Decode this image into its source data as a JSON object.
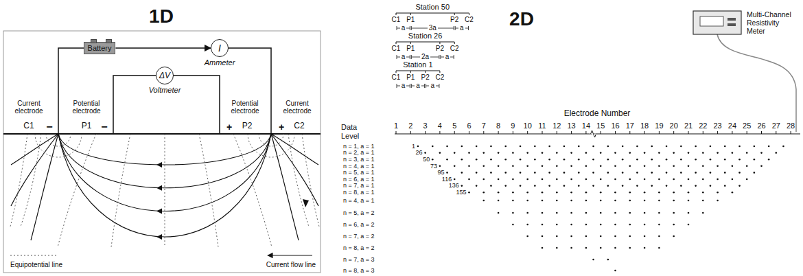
{
  "diagram": {
    "nodes": [
      {
        "text": [
          "Battery"
        ]
      },
      {
        "text": [
          "I",
          "Ammeter"
        ]
      },
      {
        "text": [
          "ΔV",
          "Voltmeter"
        ]
      }
    ],
    "edges": [
      {
        "from": 0,
        "to": 1,
        "arrow": "to"
      }
    ],
    "labels": [
      "1D",
      "Current electrode",
      "C1",
      "−",
      "Potential electrode",
      "P1",
      "−",
      "Potential electrode",
      "P2",
      "+",
      "Current electrode",
      "C2",
      "+",
      "Equipotential line",
      "Current flow line",
      "2D",
      "Station 50",
      "C1",
      "P1",
      "P2",
      "C2",
      "a",
      "3a",
      "a",
      "Station 26",
      "C1",
      "P1",
      "P2",
      "C2",
      "a",
      "2a",
      "a",
      "Station 1",
      "C1",
      "P1",
      "P2",
      "C2",
      "a",
      "a",
      "a",
      "Electrode Number",
      "1",
      "2",
      "3",
      "4",
      "5",
      "6",
      "7",
      "8",
      "9",
      "10",
      "11",
      "12",
      "13",
      "14",
      "15",
      "16",
      "17",
      "18",
      "19",
      "20",
      "21",
      "22",
      "23",
      "24",
      "25",
      "26",
      "27",
      "28",
      "Data Level",
      "n = 1, a = 1",
      "n = 2, a = 1",
      "n = 3, a = 1",
      "n = 4, a = 1",
      "n = 5, a = 1",
      "n = 6, a = 1",
      "n = 7, a = 1",
      "n = 8, a = 1",
      "n = 4, a = 1",
      "n = 5, a = 2",
      "n = 6, a = 2",
      "n = 7, a = 2",
      "n = 8, a = 2",
      "n = 7, a = 3",
      "n = 8, a = 3",
      "1",
      "26",
      "50",
      "73",
      "95",
      "116",
      "136",
      "155",
      "Multi-Channel Resistivity Meter"
    ]
  }
}
